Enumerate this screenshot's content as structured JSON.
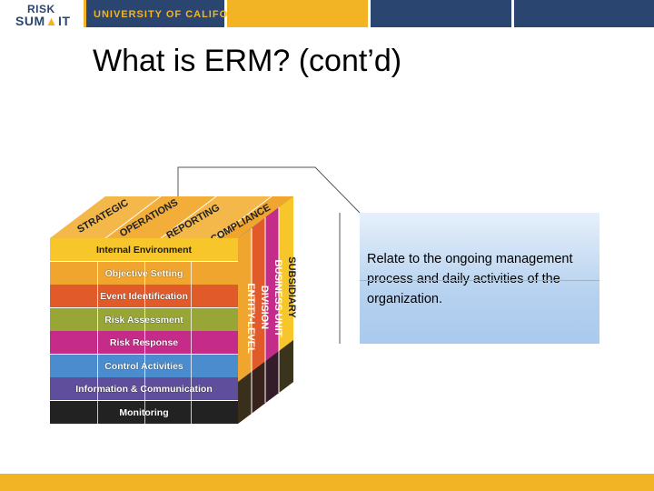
{
  "header": {
    "logo_top": "RISK",
    "logo_bottom_a": "SUM",
    "logo_bottom_b": "IT",
    "university": "UNIVERSITY OF CALIFORNIA"
  },
  "title": "What is ERM? (cont’d)",
  "cube": {
    "top_labels": [
      "STRATEGIC",
      "OPERATIONS",
      "REPORTING",
      "COMPLIANCE"
    ],
    "front_rows": [
      {
        "label": "Internal Environment",
        "color": "#f7c62a"
      },
      {
        "label": "Objective Setting",
        "color": "#f0a52e"
      },
      {
        "label": "Event Identification",
        "color": "#e15a2a"
      },
      {
        "label": "Risk Assessment",
        "color": "#97a634"
      },
      {
        "label": "Risk Response",
        "color": "#c52b88"
      },
      {
        "label": "Control Activities",
        "color": "#4a8ccd"
      },
      {
        "label": "Information & Communication",
        "color": "#5f4e9b"
      },
      {
        "label": "Monitoring",
        "color": "#222222"
      }
    ],
    "side_labels": [
      "ENTITY-LEVEL",
      "DIVISION",
      "BUSINESS UNIT",
      "SUBSIDIARY"
    ]
  },
  "callout": {
    "text": "Relate to the ongoing management process and daily activities of the organization."
  }
}
